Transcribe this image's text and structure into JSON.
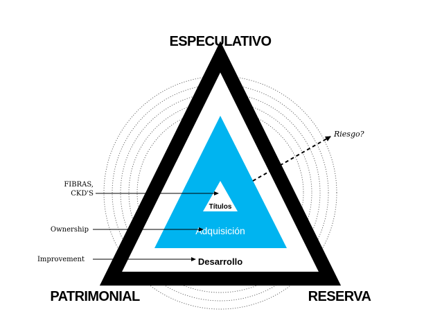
{
  "corners": {
    "top": "ESPECULATIVO",
    "bottom_left": "PATRIMONIAL",
    "bottom_right": "RESERVA"
  },
  "layers": {
    "inner": "Títulos",
    "middle": "Adquisición",
    "outer": "Desarrollo"
  },
  "callouts": {
    "fibras_line1": "FIBRAS,",
    "fibras_line2": "CKD'S",
    "ownership": "Ownership",
    "improvement": "Improvement",
    "riesgo": "Riesgo?"
  },
  "colors": {
    "outer_triangle": "#000000",
    "middle_triangle": "#00b4f0",
    "background": "#ffffff",
    "arrow": "#000000"
  }
}
